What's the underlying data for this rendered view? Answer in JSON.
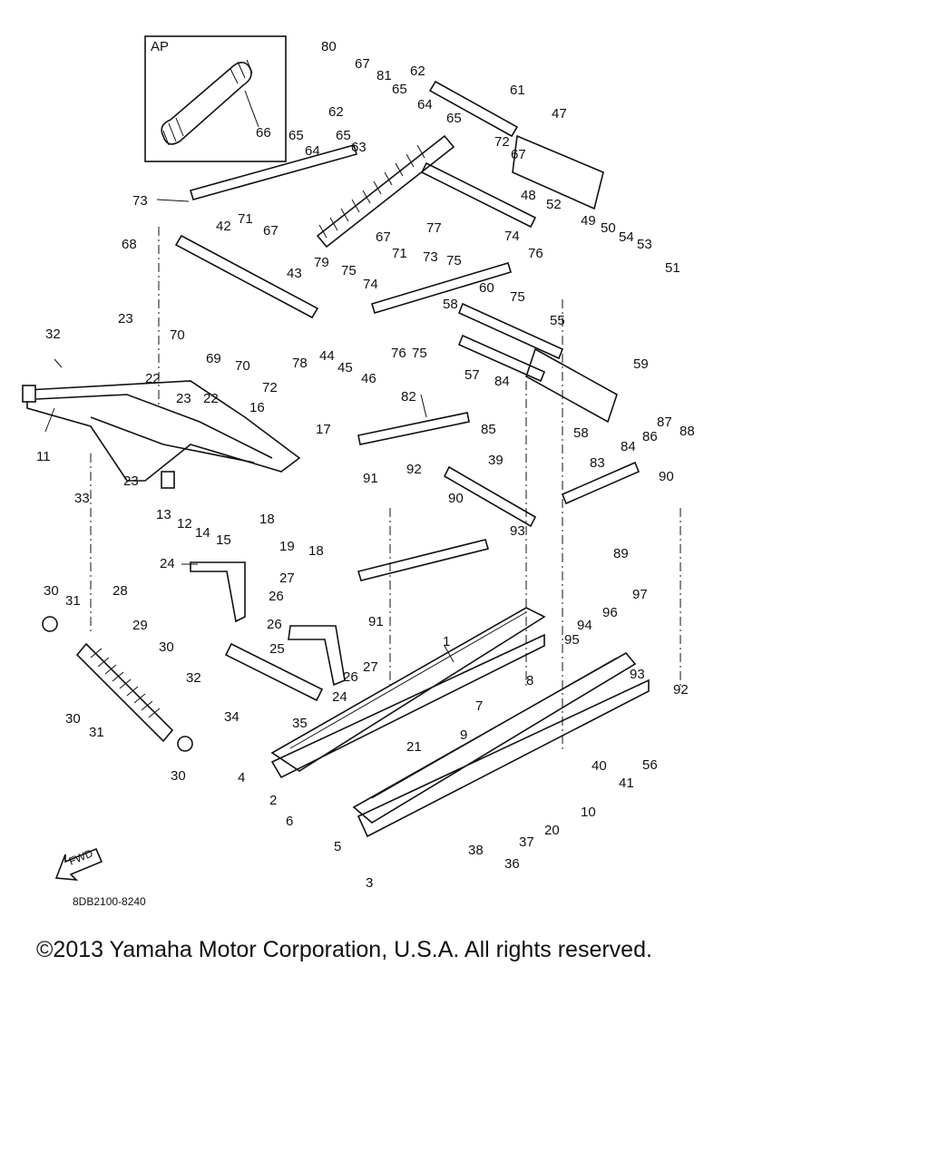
{
  "diagram": {
    "inset_label": "AP",
    "drawing_number": "8DB2100-8240",
    "fwd_label": "FWD",
    "callouts": [
      "1",
      "2",
      "3",
      "4",
      "5",
      "6",
      "7",
      "8",
      "9",
      "10",
      "11",
      "12",
      "13",
      "14",
      "15",
      "16",
      "17",
      "18",
      "19",
      "20",
      "21",
      "22",
      "23",
      "24",
      "25",
      "26",
      "27",
      "28",
      "29",
      "30",
      "31",
      "32",
      "33",
      "34",
      "35",
      "36",
      "37",
      "38",
      "39",
      "40",
      "41",
      "42",
      "43",
      "44",
      "45",
      "46",
      "47",
      "48",
      "49",
      "50",
      "51",
      "52",
      "53",
      "54",
      "55",
      "56",
      "57",
      "58",
      "59",
      "60",
      "61",
      "62",
      "63",
      "64",
      "65",
      "66",
      "67",
      "68",
      "69",
      "70",
      "71",
      "72",
      "73",
      "74",
      "75",
      "76",
      "77",
      "78",
      "79",
      "80",
      "81",
      "82",
      "83",
      "84",
      "85",
      "86",
      "87",
      "88",
      "89",
      "90",
      "91",
      "92",
      "93",
      "94",
      "95",
      "96",
      "97"
    ]
  },
  "footer": {
    "copyright": "©2013 Yamaha Motor Corporation, U.S.A. All rights reserved."
  }
}
